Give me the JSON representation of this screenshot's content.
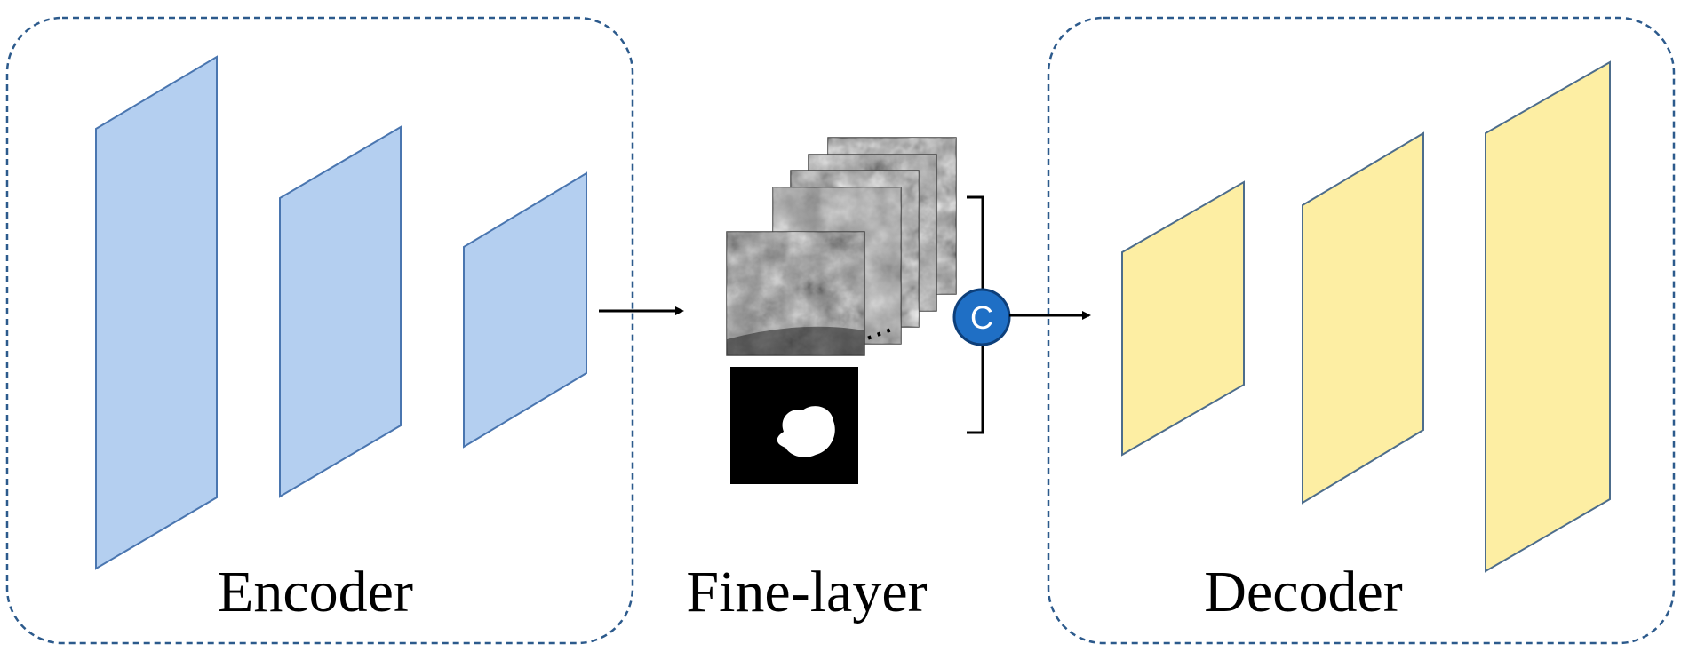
{
  "encoder": {
    "label": "Encoder",
    "fill": "#b4cff0",
    "stroke": "#4a76b0",
    "layer_count": 3
  },
  "fine_layer": {
    "label": "Fine-layer",
    "ellipsis": "⋯",
    "feature_map_count": 5,
    "mask_depicted": "white blob on black background"
  },
  "concat_node": {
    "label": "C",
    "fill": "#1f6fc5"
  },
  "decoder": {
    "label": "Decoder",
    "fill": "#fdeea3",
    "stroke": "#4d6d8c",
    "layer_count": 3
  },
  "group_border_color": "#2c5a8c",
  "arrow_color": "#000000"
}
